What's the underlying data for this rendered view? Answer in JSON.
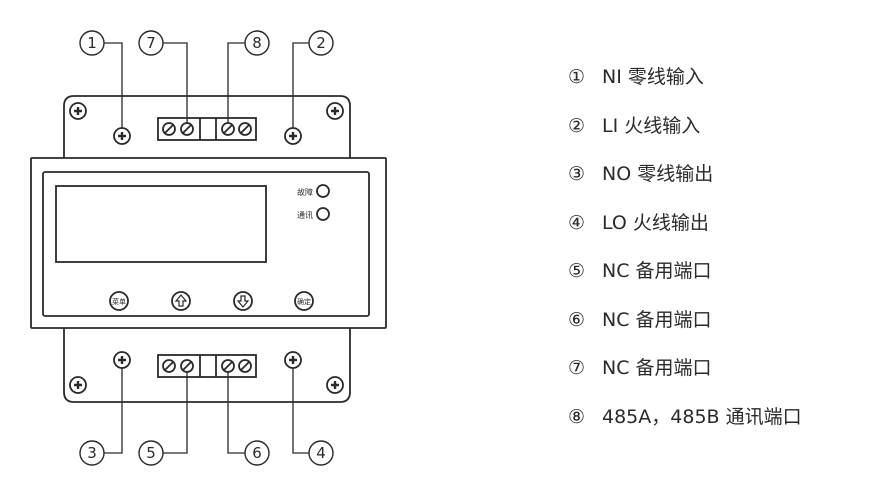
{
  "callouts": [
    "1",
    "7",
    "8",
    "2",
    "3",
    "5",
    "6",
    "4"
  ],
  "panel": {
    "indicator_fault": "故障",
    "indicator_comm": "通讯",
    "btn_menu": "菜单",
    "btn_confirm": "确定"
  },
  "legend": [
    {
      "num": "①",
      "text": "NI 零线输入"
    },
    {
      "num": "②",
      "text": "LI 火线输入"
    },
    {
      "num": "③",
      "text": "NO 零线输出"
    },
    {
      "num": "④",
      "text": "LO 火线输出"
    },
    {
      "num": "⑤",
      "text": "NC 备用端口"
    },
    {
      "num": "⑥",
      "text": "NC 备用端口"
    },
    {
      "num": "⑦",
      "text": "NC 备用端口"
    },
    {
      "num": "⑧",
      "text": "485A，485B 通讯端口"
    }
  ],
  "colors": {
    "line": "#2a2a2a",
    "text": "#2a2a2a",
    "background": "#ffffff"
  }
}
